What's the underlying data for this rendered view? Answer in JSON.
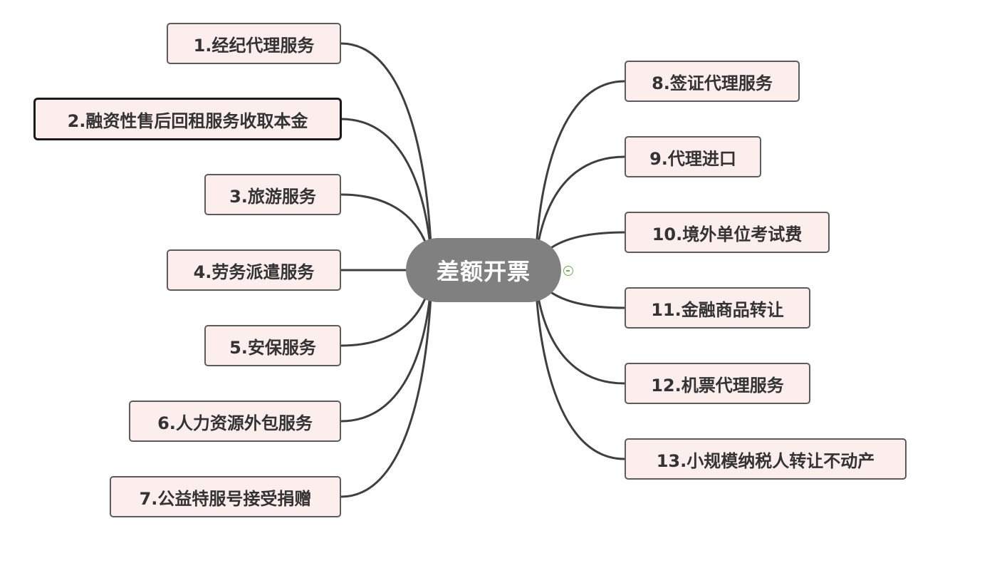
{
  "root": {
    "label": "差额开票",
    "color": "#808080"
  },
  "toggle": {
    "icon": "collapse-minus-icon",
    "color": "#6ab04c"
  },
  "left_branches": [
    {
      "label": "1.经纪代理服务"
    },
    {
      "label": "2.融资性售后回租服务收取本金",
      "selected": true
    },
    {
      "label": "3.旅游服务"
    },
    {
      "label": "4.劳务派遣服务"
    },
    {
      "label": "5.安保服务"
    },
    {
      "label": "6.人力资源外包服务"
    },
    {
      "label": "7.公益特服号接受捐赠"
    }
  ],
  "right_branches": [
    {
      "label": "8.签证代理服务"
    },
    {
      "label": "9.代理进口"
    },
    {
      "label": "10.境外单位考试费"
    },
    {
      "label": "11.金融商品转让"
    },
    {
      "label": "12.机票代理服务"
    },
    {
      "label": "13.小规模纳税人转让不动产"
    }
  ],
  "colors": {
    "node_fill": "#fdeeee",
    "node_border": "#5c5c5c",
    "connector": "#3f3f3f"
  }
}
